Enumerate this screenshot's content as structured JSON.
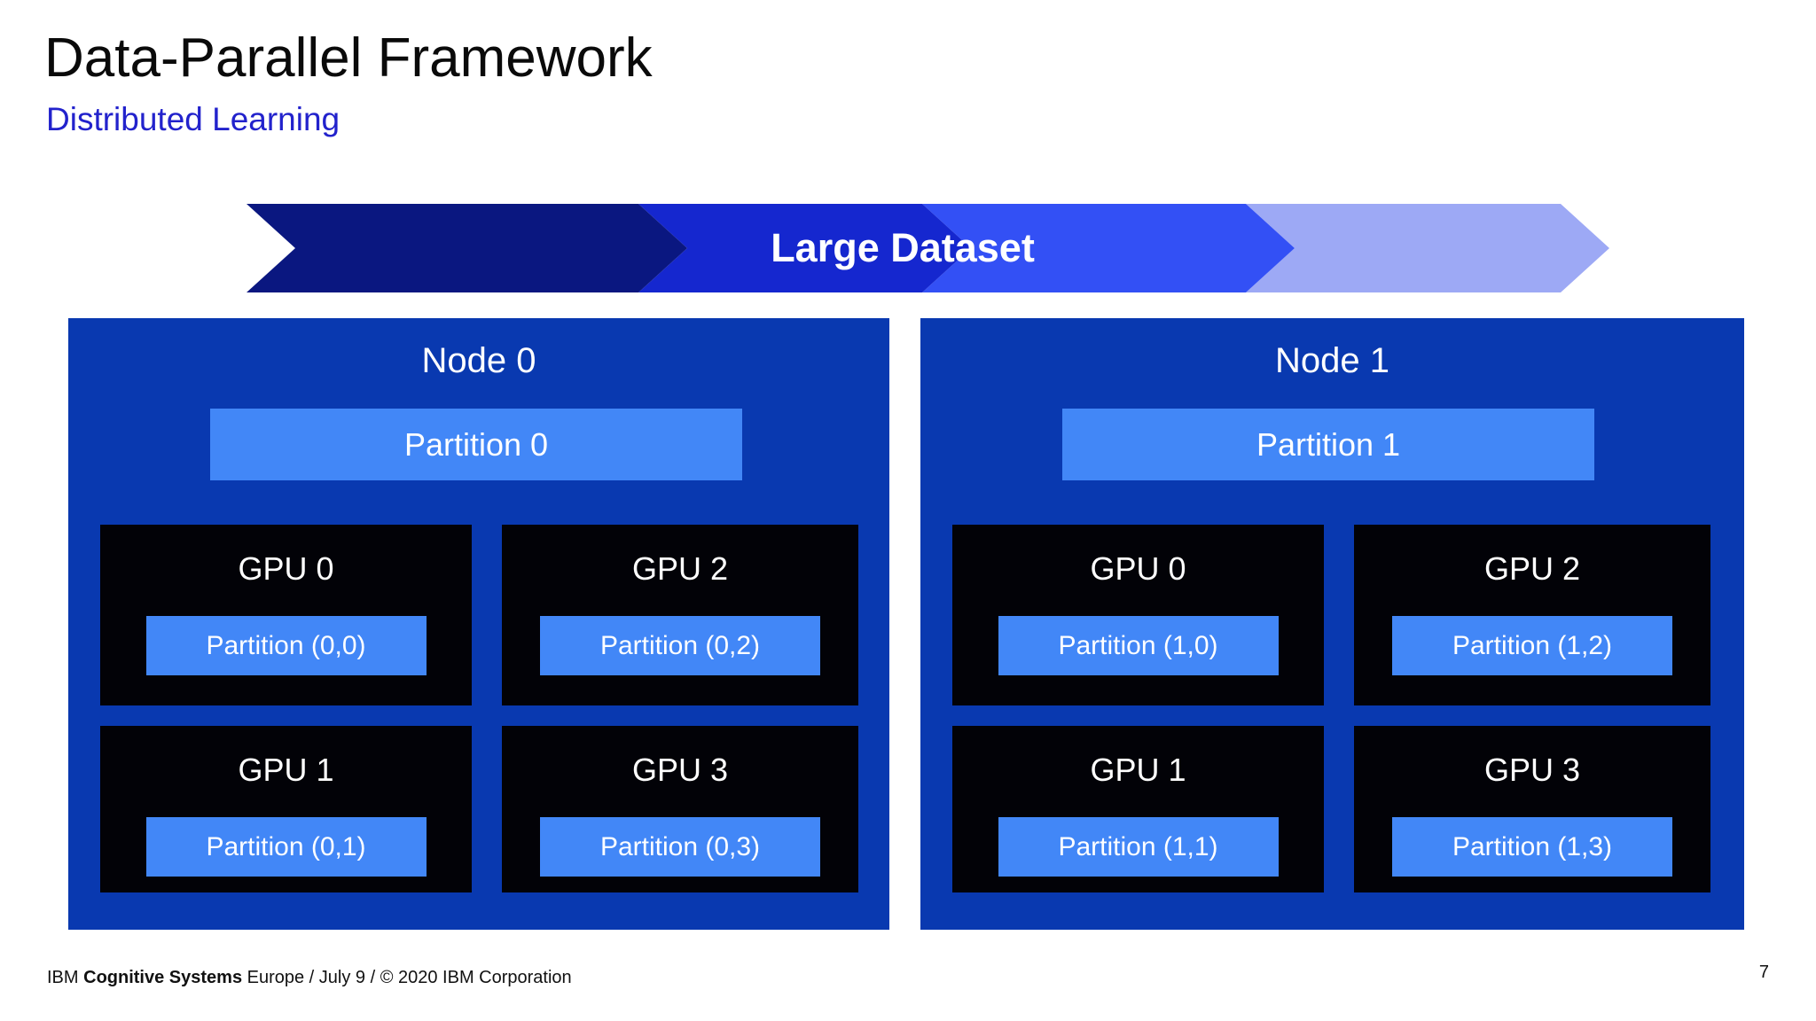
{
  "title": "Data-Parallel Framework",
  "subtitle": "Distributed Learning",
  "banner": {
    "label": "Large Dataset"
  },
  "nodes": [
    {
      "title": "Node 0",
      "partition": "Partition 0",
      "gpus": [
        {
          "label": "GPU 0",
          "partition": "Partition (0,0)"
        },
        {
          "label": "GPU 2",
          "partition": "Partition (0,2)"
        },
        {
          "label": "GPU 1",
          "partition": "Partition (0,1)"
        },
        {
          "label": "GPU 3",
          "partition": "Partition (0,3)"
        }
      ]
    },
    {
      "title": "Node 1",
      "partition": "Partition 1",
      "gpus": [
        {
          "label": "GPU 0",
          "partition": "Partition (1,0)"
        },
        {
          "label": "GPU 2",
          "partition": "Partition (1,2)"
        },
        {
          "label": "GPU 1",
          "partition": "Partition (1,1)"
        },
        {
          "label": "GPU 3",
          "partition": "Partition (1,3)"
        }
      ]
    }
  ],
  "footer": {
    "prefix": "IBM ",
    "org": "Cognitive Systems",
    "rest": " Europe / July 9 /  © 2020 IBM Corporation",
    "page": "7"
  },
  "colors": {
    "title_text": "#0a0a0a",
    "subtitle_text": "#2222cc",
    "chevron_1": "#0a1780",
    "chevron_2": "#1527cf",
    "chevron_3": "#3350f5",
    "chevron_4": "#9da9f5",
    "node_bg": "#0939b0",
    "partition_bg": "#4287f7",
    "gpu_bg": "#020207"
  }
}
